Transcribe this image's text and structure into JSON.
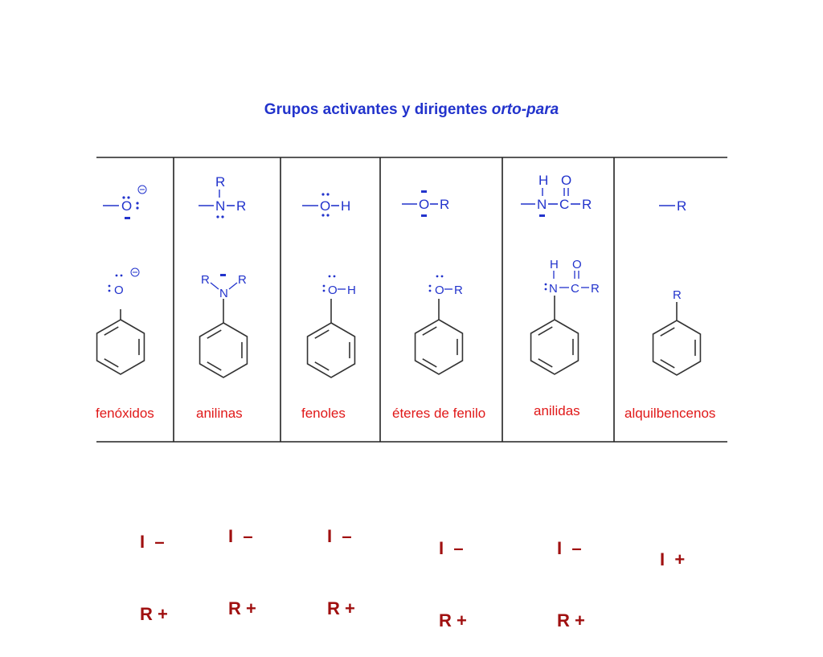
{
  "title": {
    "prefix": "Grupos activantes y dirigentes ",
    "italic": "orto-para"
  },
  "colors": {
    "title": "#2233cc",
    "structure": "#2233cc",
    "group_name": "#e01818",
    "effect": "#a01010",
    "ring": "#333333",
    "rule": "#222222"
  },
  "columns": [
    {
      "group": {
        "atom": "O",
        "charge": "⊖"
      },
      "name": "fenóxidos",
      "effects": [
        "I  –",
        "R +"
      ]
    },
    {
      "group": {
        "atom": "N",
        "substituent": "R"
      },
      "name": "anilinas",
      "effects": [
        "I  –",
        "R +"
      ]
    },
    {
      "group": {
        "atom": "O",
        "substituent": "H"
      },
      "name": "fenoles",
      "effects": [
        "I  –",
        "R +"
      ]
    },
    {
      "group": {
        "atom": "O",
        "substituent": "R"
      },
      "name": "éteres de fenilo",
      "effects": [
        "I  –",
        "R +"
      ]
    },
    {
      "group": {
        "atom": "N",
        "substituents": [
          "H",
          "C",
          "O",
          "R"
        ]
      },
      "name": "anilidas",
      "effects": [
        "I  –",
        "R +"
      ]
    },
    {
      "group": {
        "substituent": "R"
      },
      "name": "alquilbencenos",
      "effects": [
        "I  +"
      ]
    }
  ]
}
